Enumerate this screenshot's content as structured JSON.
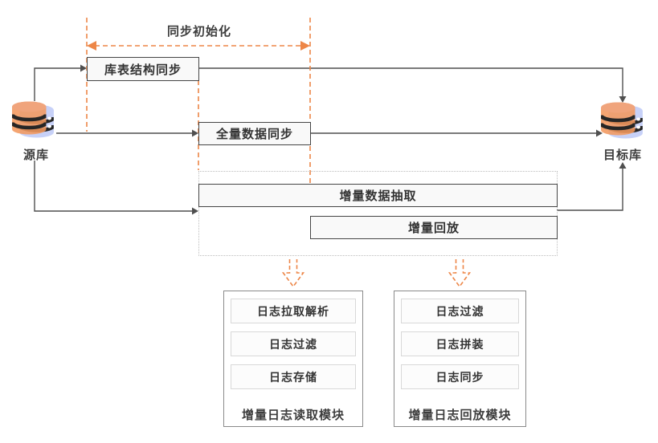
{
  "diagram": {
    "title_hint": "database-sync-architecture",
    "colors": {
      "background": "#ffffff",
      "accent_orange": "#ED8647",
      "flow_line_gray": "#4f4f4f",
      "box_border": "#454545",
      "box_fill": "#f9f9f9",
      "dotted_border": "#bdbdbd",
      "module_border": "#8a8a8a",
      "inner_box_border": "#d8d8d8",
      "text": "#333333",
      "db_icon_blue": "#c7d1f8",
      "db_icon_orange": "#f2995f"
    },
    "init_phase": {
      "label": "同步初始化"
    },
    "source_db": {
      "label": "源库",
      "icon": "database-icon"
    },
    "target_db": {
      "label": "目标库",
      "icon": "database-icon"
    },
    "steps": {
      "schema_sync": "库表结构同步",
      "full_sync": "全量数据同步",
      "incr_extract": "增量数据抽取",
      "incr_replay": "增量回放"
    },
    "modules": [
      {
        "title": "增量日志读取模块",
        "items": [
          "日志拉取解析",
          "日志过滤",
          "日志存储"
        ]
      },
      {
        "title": "增量日志回放模块",
        "items": [
          "日志过滤",
          "日志拼装",
          "日志同步"
        ]
      }
    ]
  }
}
